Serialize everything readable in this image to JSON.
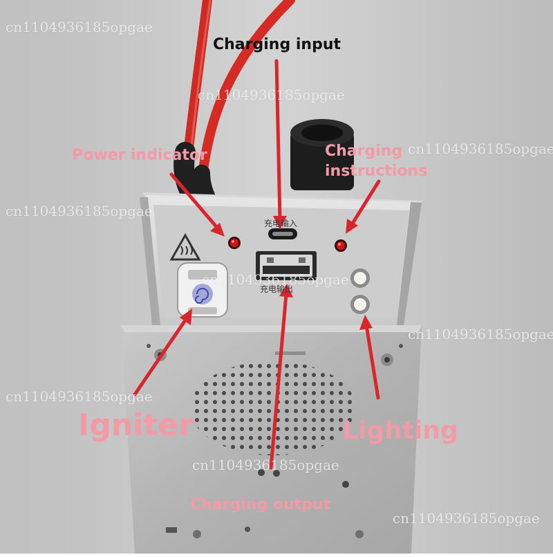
{
  "labels": {
    "charging_input": "Charging input",
    "power_indicator": "Power indicator",
    "charging_instructions_line1": "Charging",
    "charging_instructions_line2": "instructions",
    "igniter": "Igniter",
    "lighting": "Lighting",
    "charging_output": "Charging output"
  },
  "panel_text": {
    "input_port": "充电输入",
    "output_port": "充电输出"
  },
  "watermark": "cn1104936185opgae",
  "colors": {
    "background": "#c7c7c7",
    "arrow": "#d8262c",
    "label_pink": "#f29aa6",
    "label_black": "#111111",
    "cable": "#d62b25",
    "metal": "#b9b9b9"
  }
}
